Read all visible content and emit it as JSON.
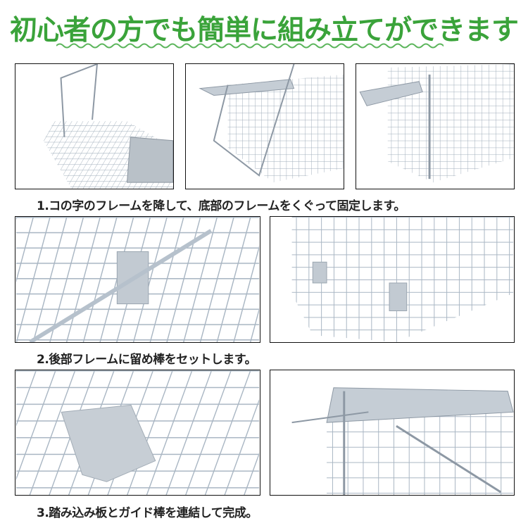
{
  "header": {
    "title": "初心者の方でも簡単に組み立てができます",
    "title_color": "#3aa33a",
    "divider": "wavy-line"
  },
  "steps": [
    {
      "number": 1,
      "caption": "1.コの字のフレームを降して、底部のフレームをくぐって固定します。",
      "photos": [
        {
          "alt": "cage-door-frame-raised"
        },
        {
          "alt": "frame-lowered-front-view"
        },
        {
          "alt": "frame-fixed-under-bottom"
        }
      ]
    },
    {
      "number": 2,
      "caption": "2.後部フレームに留め棒をセットします。",
      "photos": [
        {
          "alt": "rod-set-in-rear-frame-closeup"
        },
        {
          "alt": "rear-frame-bracket-view"
        }
      ]
    },
    {
      "number": 3,
      "caption": "3.踏み込み板とガイド棒を連結して完成。",
      "photos": [
        {
          "alt": "trigger-plate-inside-cage"
        },
        {
          "alt": "guide-rod-connected-completed"
        }
      ]
    }
  ],
  "colors": {
    "wire": "#a9b6c3",
    "wire_light": "#cdd6de",
    "plate": "#bcc4cb",
    "border": "#111111",
    "caption": "#222222"
  }
}
